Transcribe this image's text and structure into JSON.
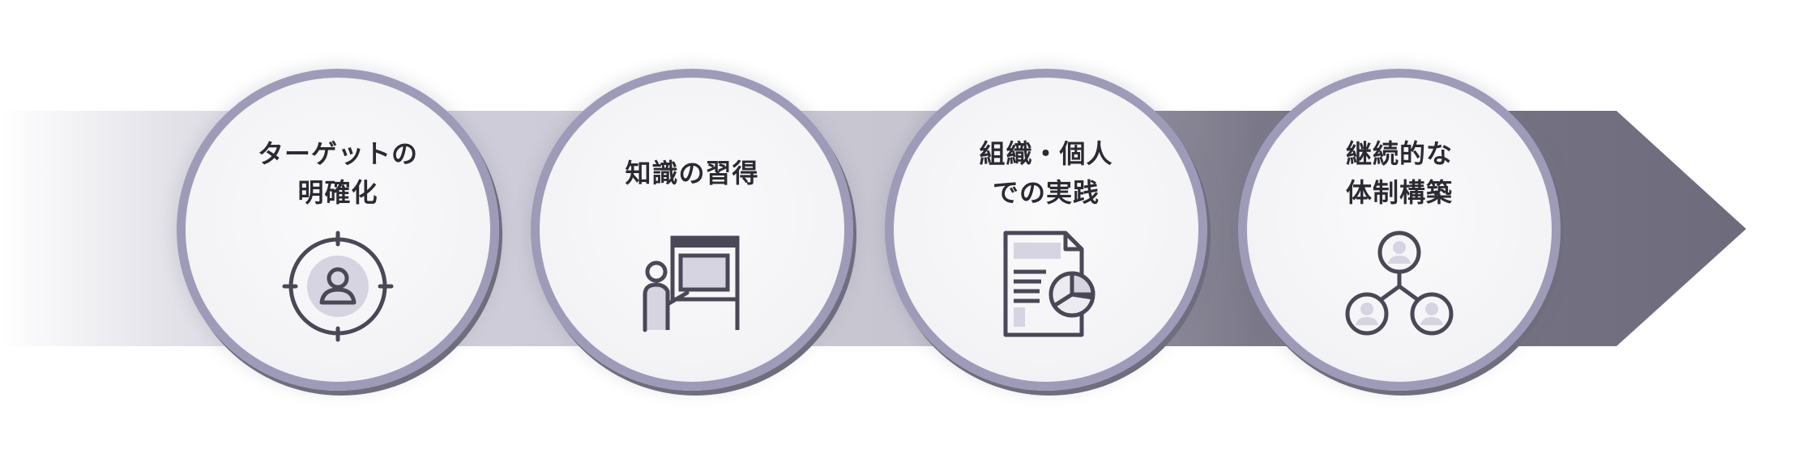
{
  "steps": [
    {
      "line1": "ターゲットの",
      "line2": "明確化",
      "icon": "target-person-icon"
    },
    {
      "line1": "知識の習得",
      "line2": "",
      "icon": "presentation-board-icon"
    },
    {
      "line1": "組織・個人",
      "line2": "での実践",
      "icon": "report-pie-chart-icon"
    },
    {
      "line1": "継続的な",
      "line2": "体制構築",
      "icon": "organization-network-icon"
    }
  ],
  "colors": {
    "arrow_start": "#ffffff",
    "arrow_light": "#c8c7d3",
    "arrow_dark": "#6e6c7d",
    "ring": "#9d9bb7",
    "ring_shadow": "#6f6d7e",
    "text": "#2b2a33",
    "icon_stroke": "#4a4856",
    "icon_fill": "#d6d4e0"
  }
}
